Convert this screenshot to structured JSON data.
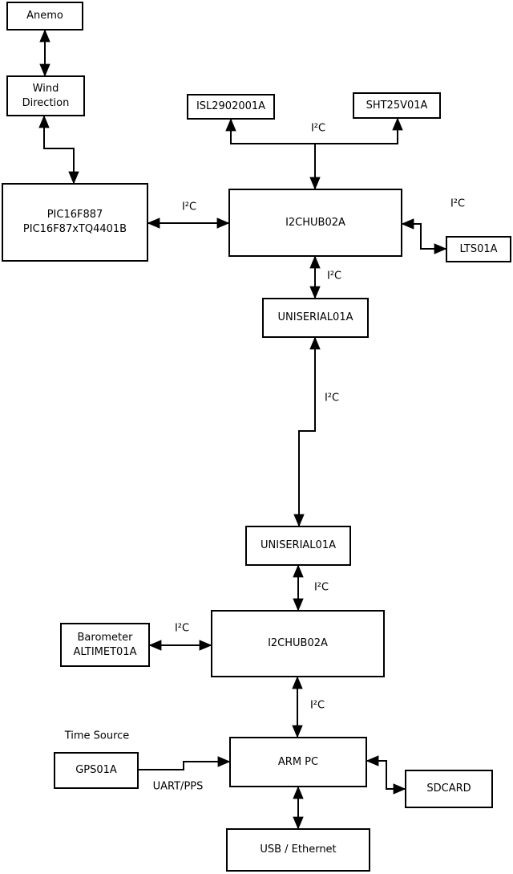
{
  "diagram": {
    "background_color": "#ffffff",
    "line_color": "#000000",
    "box_fill_color": "#ffffff",
    "boxes": {
      "anemo": "Anemo",
      "wind_direction": "Wind\nDirection",
      "pic": "PIC16F887\nPIC16F87xTQ4401B",
      "isl": "ISL2902001A",
      "sht": "SHT25V01A",
      "hub_top": "I2CHUB02A",
      "lts": "LTS01A",
      "uniserial_top": "UNISERIAL01A",
      "uniserial_bottom": "UNISERIAL01A",
      "hub_bottom": "I2CHUB02A",
      "barometer": "Barometer\nALTIMET01A",
      "arm_pc": "ARM PC",
      "gps": "GPS01A",
      "sdcard": "SDCARD",
      "usb_ethernet": "USB / Ethernet"
    },
    "labels": {
      "i2c": "I²C",
      "time_source": "Time Source",
      "uart_pps": "UART/PPS"
    },
    "connections": [
      {
        "from": "Anemo",
        "to": "Wind Direction",
        "bidirectional": true,
        "label": ""
      },
      {
        "from": "Wind Direction",
        "to": "PIC16F887 PIC16F87xTQ4401B",
        "bidirectional": true,
        "label": ""
      },
      {
        "from": "PIC16F887 PIC16F87xTQ4401B",
        "to": "I2CHUB02A (top)",
        "bidirectional": true,
        "label": "I²C"
      },
      {
        "from": "I2CHUB02A (top)",
        "to": "ISL2902001A",
        "bidirectional": false,
        "label": "I²C"
      },
      {
        "from": "I2CHUB02A (top)",
        "to": "SHT25V01A",
        "bidirectional": false,
        "label": "I²C"
      },
      {
        "from": "I2CHUB02A (top)",
        "to": "LTS01A",
        "bidirectional": true,
        "label": "I²C"
      },
      {
        "from": "I2CHUB02A (top)",
        "to": "UNISERIAL01A (upper)",
        "bidirectional": true,
        "label": "I²C"
      },
      {
        "from": "UNISERIAL01A (upper)",
        "to": "UNISERIAL01A (lower)",
        "bidirectional": true,
        "label": "I²C"
      },
      {
        "from": "UNISERIAL01A (lower)",
        "to": "I2CHUB02A (bottom)",
        "bidirectional": true,
        "label": "I²C"
      },
      {
        "from": "Barometer ALTIMET01A",
        "to": "I2CHUB02A (bottom)",
        "bidirectional": true,
        "label": "I²C"
      },
      {
        "from": "I2CHUB02A (bottom)",
        "to": "ARM PC",
        "bidirectional": true,
        "label": "I²C"
      },
      {
        "from": "GPS01A",
        "to": "ARM PC",
        "bidirectional": false,
        "label": "UART/PPS"
      },
      {
        "from": "ARM PC",
        "to": "SDCARD",
        "bidirectional": true,
        "label": ""
      },
      {
        "from": "ARM PC",
        "to": "USB / Ethernet",
        "bidirectional": true,
        "label": ""
      }
    ]
  }
}
